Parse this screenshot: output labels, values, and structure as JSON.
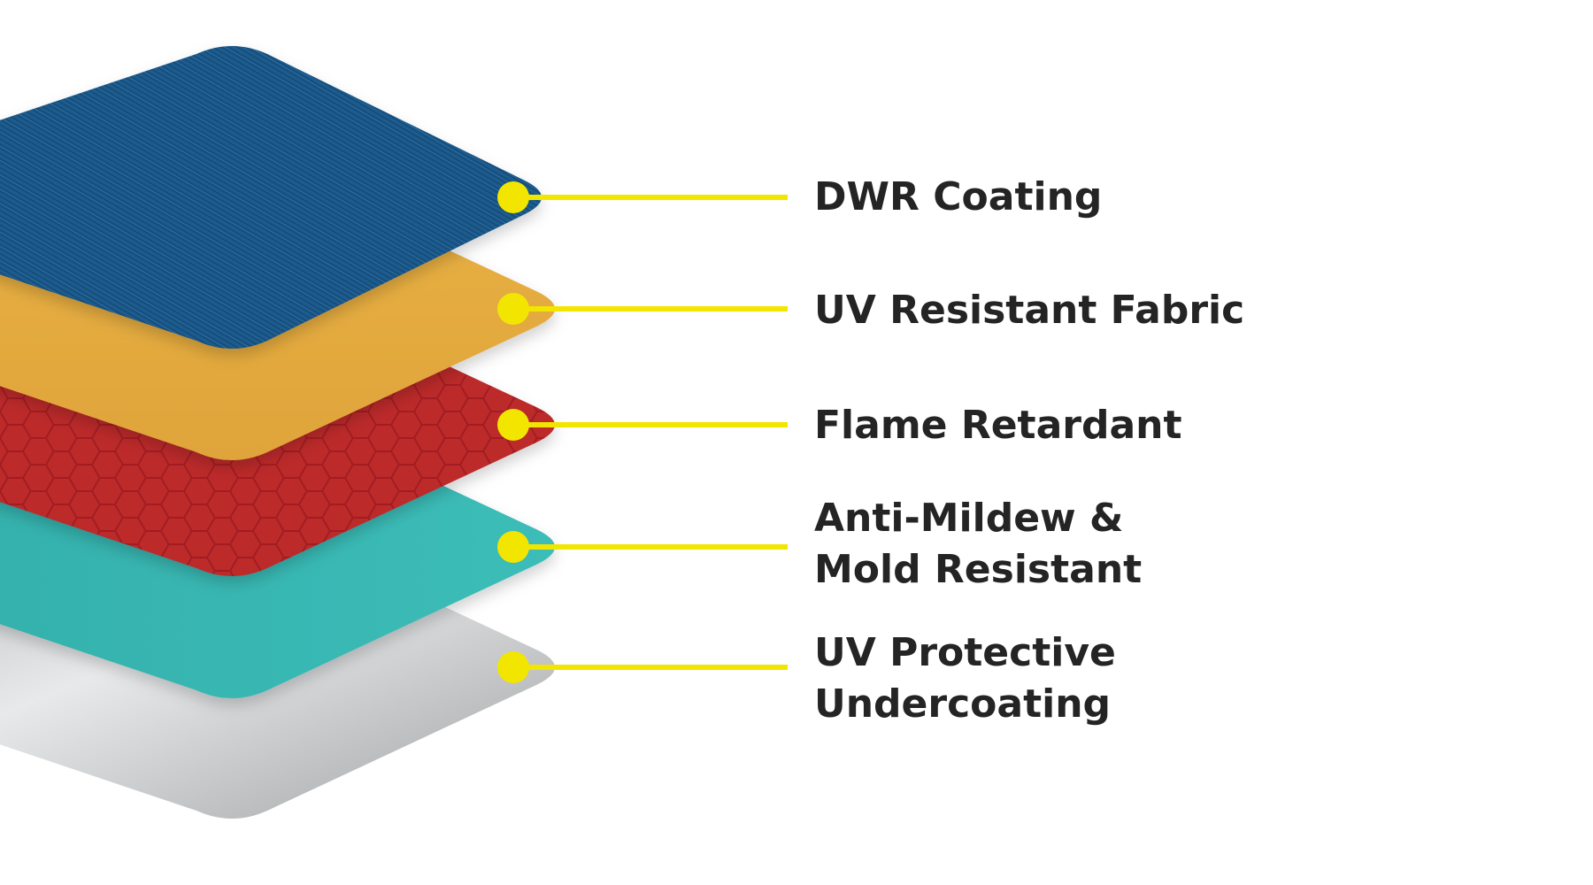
{
  "layers": [
    {
      "id": "dwr",
      "lines": [
        "DWR Coating"
      ],
      "color": "#1b5a8c"
    },
    {
      "id": "uv-fabric",
      "lines": [
        "UV Resistant Fabric"
      ],
      "color": "#e3a93e"
    },
    {
      "id": "flame",
      "lines": [
        "Flame Retardant"
      ],
      "color": "#b8272a"
    },
    {
      "id": "mildew",
      "lines": [
        "Anti-Mildew &",
        "Mold Resistant"
      ],
      "color": "#38b6b2"
    },
    {
      "id": "undercoat",
      "lines": [
        "UV Protective",
        "Undercoating"
      ],
      "color": "#c9cbcc"
    }
  ],
  "callout_color": "#f2e600"
}
